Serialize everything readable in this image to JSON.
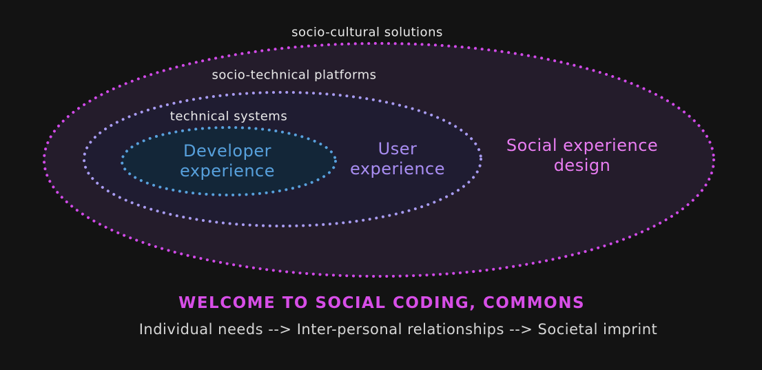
{
  "canvas": {
    "background": "#131313"
  },
  "rings": [
    {
      "name": "socio-cultural-solutions",
      "label": "socio-cultural solutions",
      "stroke": "#d14ae8",
      "fill": "#241c2b"
    },
    {
      "name": "socio-technical-platforms",
      "label": "socio-technical platforms",
      "stroke": "#a89bf1",
      "fill": "#1f1c31"
    },
    {
      "name": "technical-systems",
      "label": "technical systems",
      "stroke": "#58a0dc",
      "fill": "#132638"
    }
  ],
  "ring_label_color": "#e9e9e9",
  "zones": [
    {
      "name": "developer-experience",
      "lines": [
        "Developer",
        "experience"
      ],
      "color": "#57a0dc"
    },
    {
      "name": "user-experience",
      "lines": [
        "User",
        "experience"
      ],
      "color": "#a98ef3"
    },
    {
      "name": "social-experience-design",
      "lines": [
        "Social experience",
        "design"
      ],
      "color": "#e97df2"
    }
  ],
  "footer": {
    "headline": "WELCOME TO SOCIAL CODING, COMMONS",
    "headline_color": "#d74ee7",
    "subline": "Individual needs --> Inter-personal relationships --> Societal imprint",
    "subline_color": "#d6d6d6"
  }
}
